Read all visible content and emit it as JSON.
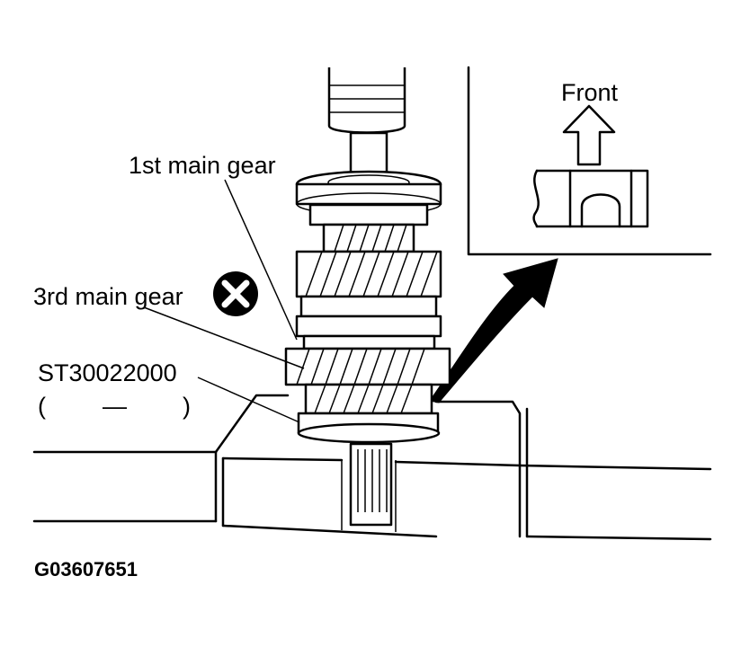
{
  "labels": {
    "front": "Front",
    "first_gear": "1st main gear",
    "third_gear": "3rd main gear",
    "tool_number": "ST30022000",
    "tool_paren_open": "(",
    "tool_dash": "—",
    "tool_paren_close": ")",
    "figure_code": "G03607651"
  },
  "icons": {
    "warning": "x-in-circle-icon",
    "arrow": "curved-arrow-icon",
    "front_arrow": "up-arrow-icon"
  },
  "colors": {
    "ink": "#000000",
    "paper": "#ffffff"
  }
}
